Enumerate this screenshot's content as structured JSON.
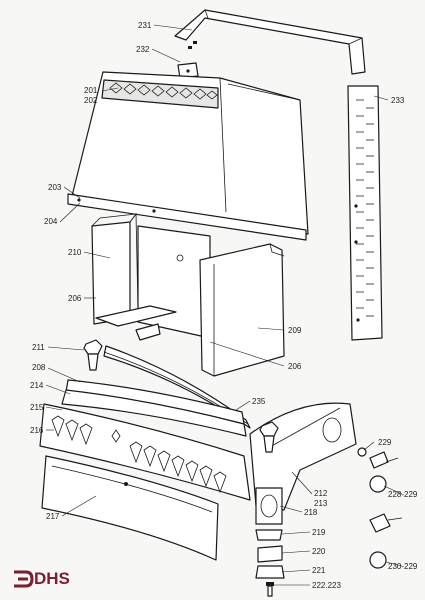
{
  "brand": {
    "logo_text": "DHS",
    "color": "#7b1e34"
  },
  "diagram": {
    "parts": [
      "231",
      "232",
      "201",
      "202",
      "233",
      "203",
      "204",
      "210",
      "206",
      "209",
      "206",
      "211",
      "208",
      "214",
      "235",
      "215",
      "216",
      "229",
      "212",
      "213",
      "228-229",
      "218",
      "219",
      "217",
      "220",
      "230-229",
      "221",
      "222.223"
    ]
  }
}
